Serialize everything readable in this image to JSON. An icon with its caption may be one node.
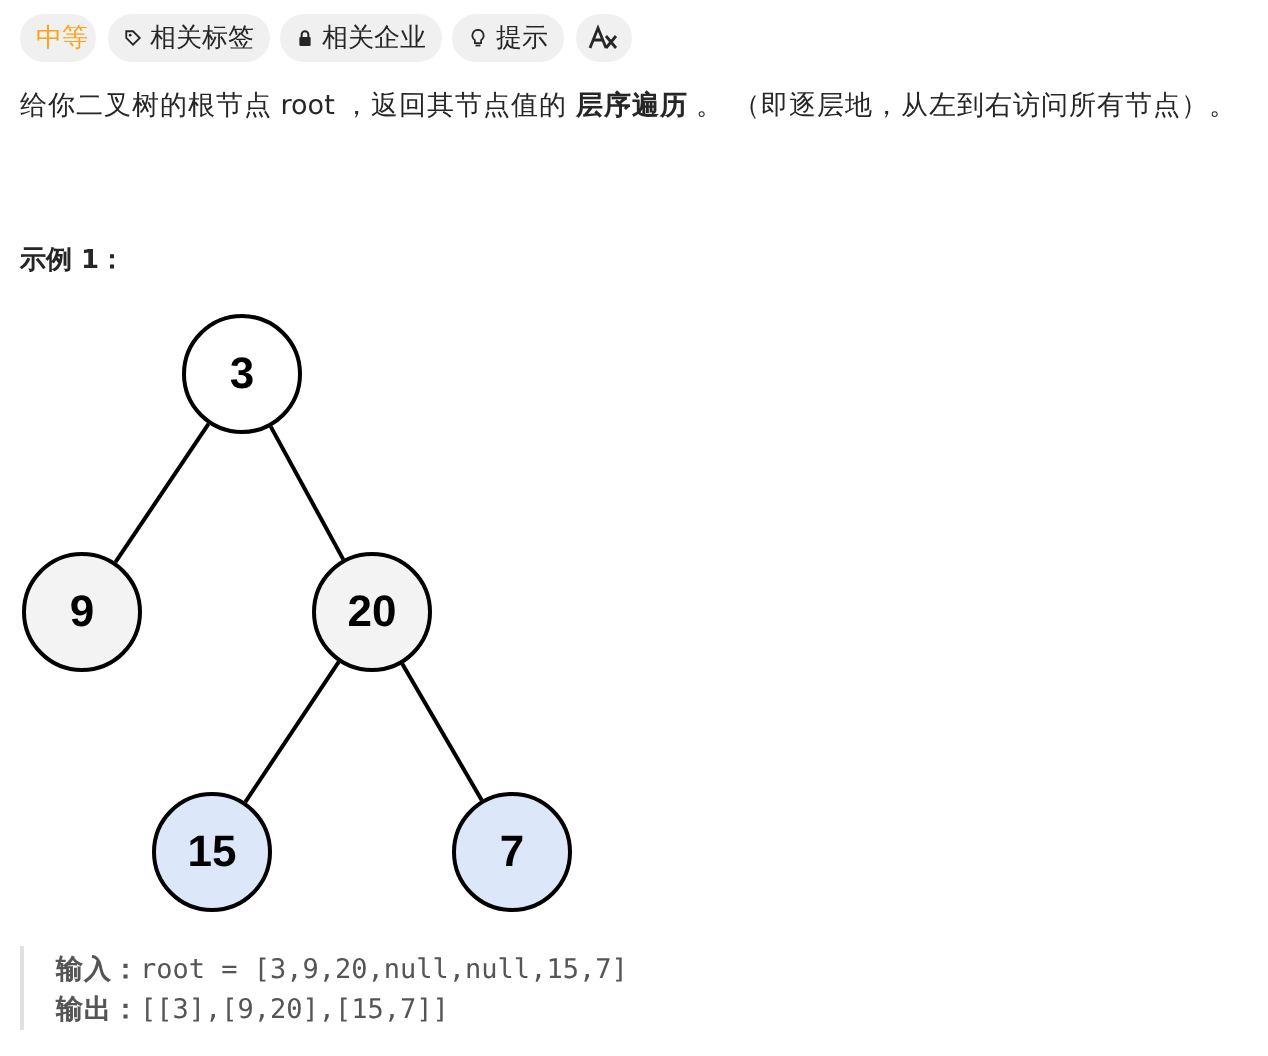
{
  "diagram": {
    "nodes": [
      {
        "text": [
          "3"
        ]
      },
      {
        "text": [
          "9"
        ]
      },
      {
        "text": [
          "20"
        ]
      },
      {
        "text": [
          "15"
        ]
      },
      {
        "text": [
          "7"
        ]
      }
    ],
    "edges": [
      {
        "from": 0,
        "to": 1,
        "arrow": "none"
      },
      {
        "from": 0,
        "to": 2,
        "arrow": "none"
      },
      {
        "from": 2,
        "to": 3,
        "arrow": "none"
      },
      {
        "from": 2,
        "to": 4,
        "arrow": "none"
      }
    ],
    "labels": [
      "中等",
      "相关标签",
      "相关企业",
      "提示",
      "给你二叉树的根节点 root ，返回其节点值的 **层序遍历** 。 （即逐层地，从左到右访问所有节点）。",
      "示例 1：",
      "**输入：**root = [3,9,20,null,null,15,7]",
      "**输出：**[[3],[9,20],[15,7]]"
    ]
  }
}
